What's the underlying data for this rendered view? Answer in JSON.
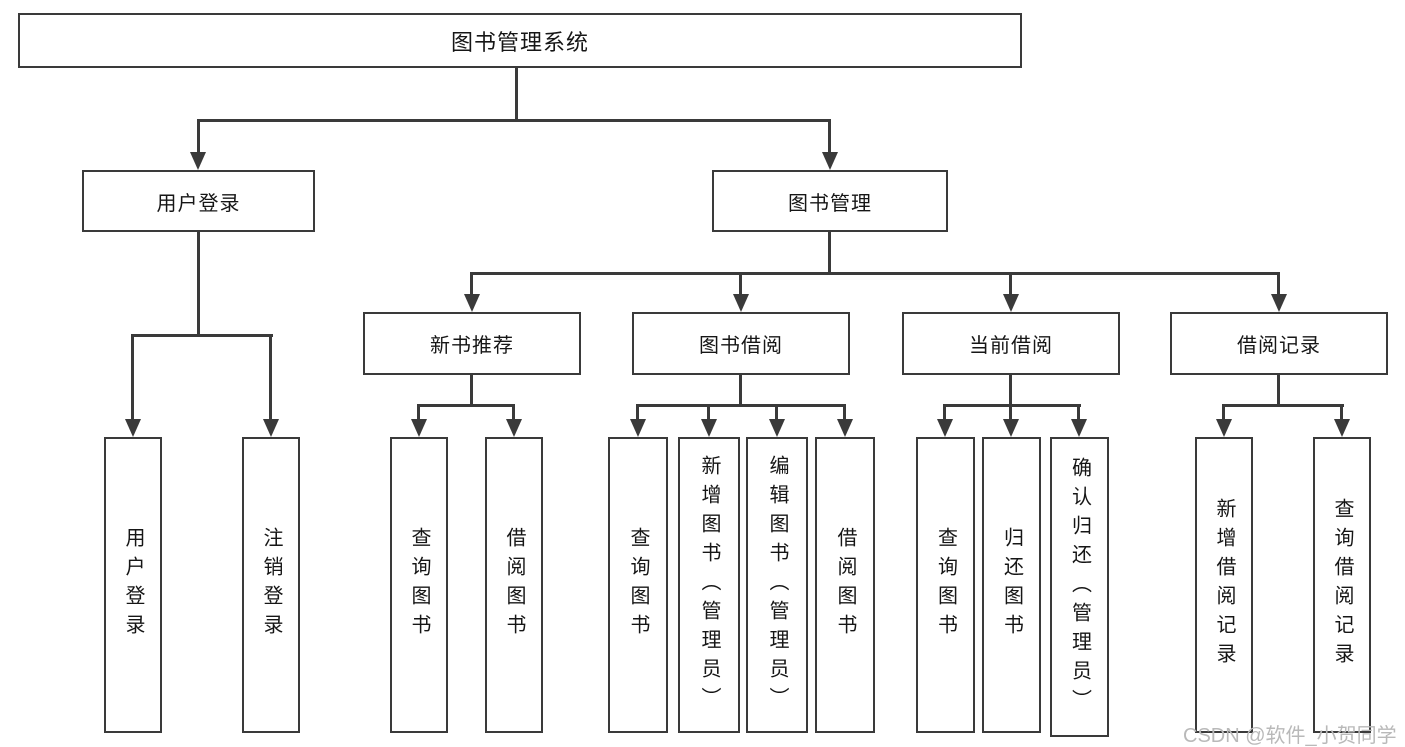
{
  "colors": {
    "line": "#3a3a3a",
    "text": "#161616",
    "box_background": "#ffffff",
    "watermark": "#b9b9b9"
  },
  "watermark": {
    "text": "CSDN @软件_小贺同学"
  },
  "diagram": {
    "root": {
      "label": "图书管理系统"
    },
    "level2": [
      {
        "label": "用户登录"
      },
      {
        "label": "图书管理"
      }
    ],
    "level3": [
      {
        "label": "新书推荐"
      },
      {
        "label": "图书借阅"
      },
      {
        "label": "当前借阅"
      },
      {
        "label": "借阅记录"
      }
    ],
    "leaves": {
      "user_login": [
        {
          "label": "用户登录"
        },
        {
          "label": "注销登录"
        }
      ],
      "new_book": [
        {
          "label": "查询图书"
        },
        {
          "label": "借阅图书"
        }
      ],
      "book_borrow": [
        {
          "label": "查询图书"
        },
        {
          "label": "新增图书（管理员）"
        },
        {
          "label": "编辑图书（管理员）"
        },
        {
          "label": "借阅图书"
        }
      ],
      "current_borrow": [
        {
          "label": "查询图书"
        },
        {
          "label": "归还图书"
        },
        {
          "label": "确认归还（管理员）"
        }
      ],
      "borrow_record": [
        {
          "label": "新增借阅记录"
        },
        {
          "label": "查询借阅记录"
        }
      ]
    }
  }
}
